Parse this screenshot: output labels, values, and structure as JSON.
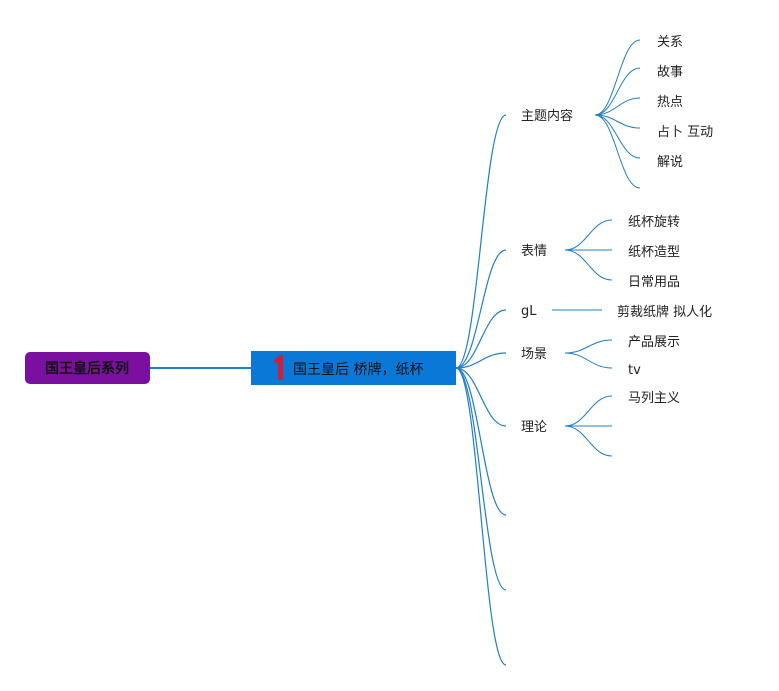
{
  "colors": {
    "root_fill": "#7b0fa0",
    "center_fill": "#0a78d7",
    "link": "#1f7fc9",
    "marker": "#d11f3a"
  },
  "root": {
    "label": "国王皇后系列"
  },
  "center": {
    "label": "国王皇后 桥牌，纸杯",
    "marker_icon": "number-1-marker"
  },
  "branches": [
    {
      "label": "主题内容",
      "children": [
        "关系",
        "故事",
        "热点",
        "占卜 互动",
        "解说",
        ""
      ]
    },
    {
      "label": "表情",
      "children": [
        "纸杯旋转",
        "纸杯造型",
        "日常用品"
      ]
    },
    {
      "label": "gL",
      "children": [
        "剪裁纸牌 拟人化"
      ]
    },
    {
      "label": "场景",
      "children": [
        "产品展示",
        "tv"
      ]
    },
    {
      "label": "理论",
      "children": [
        "马列主义",
        "",
        ""
      ]
    },
    {
      "label": "",
      "children": []
    },
    {
      "label": "",
      "children": []
    },
    {
      "label": "",
      "children": []
    }
  ]
}
